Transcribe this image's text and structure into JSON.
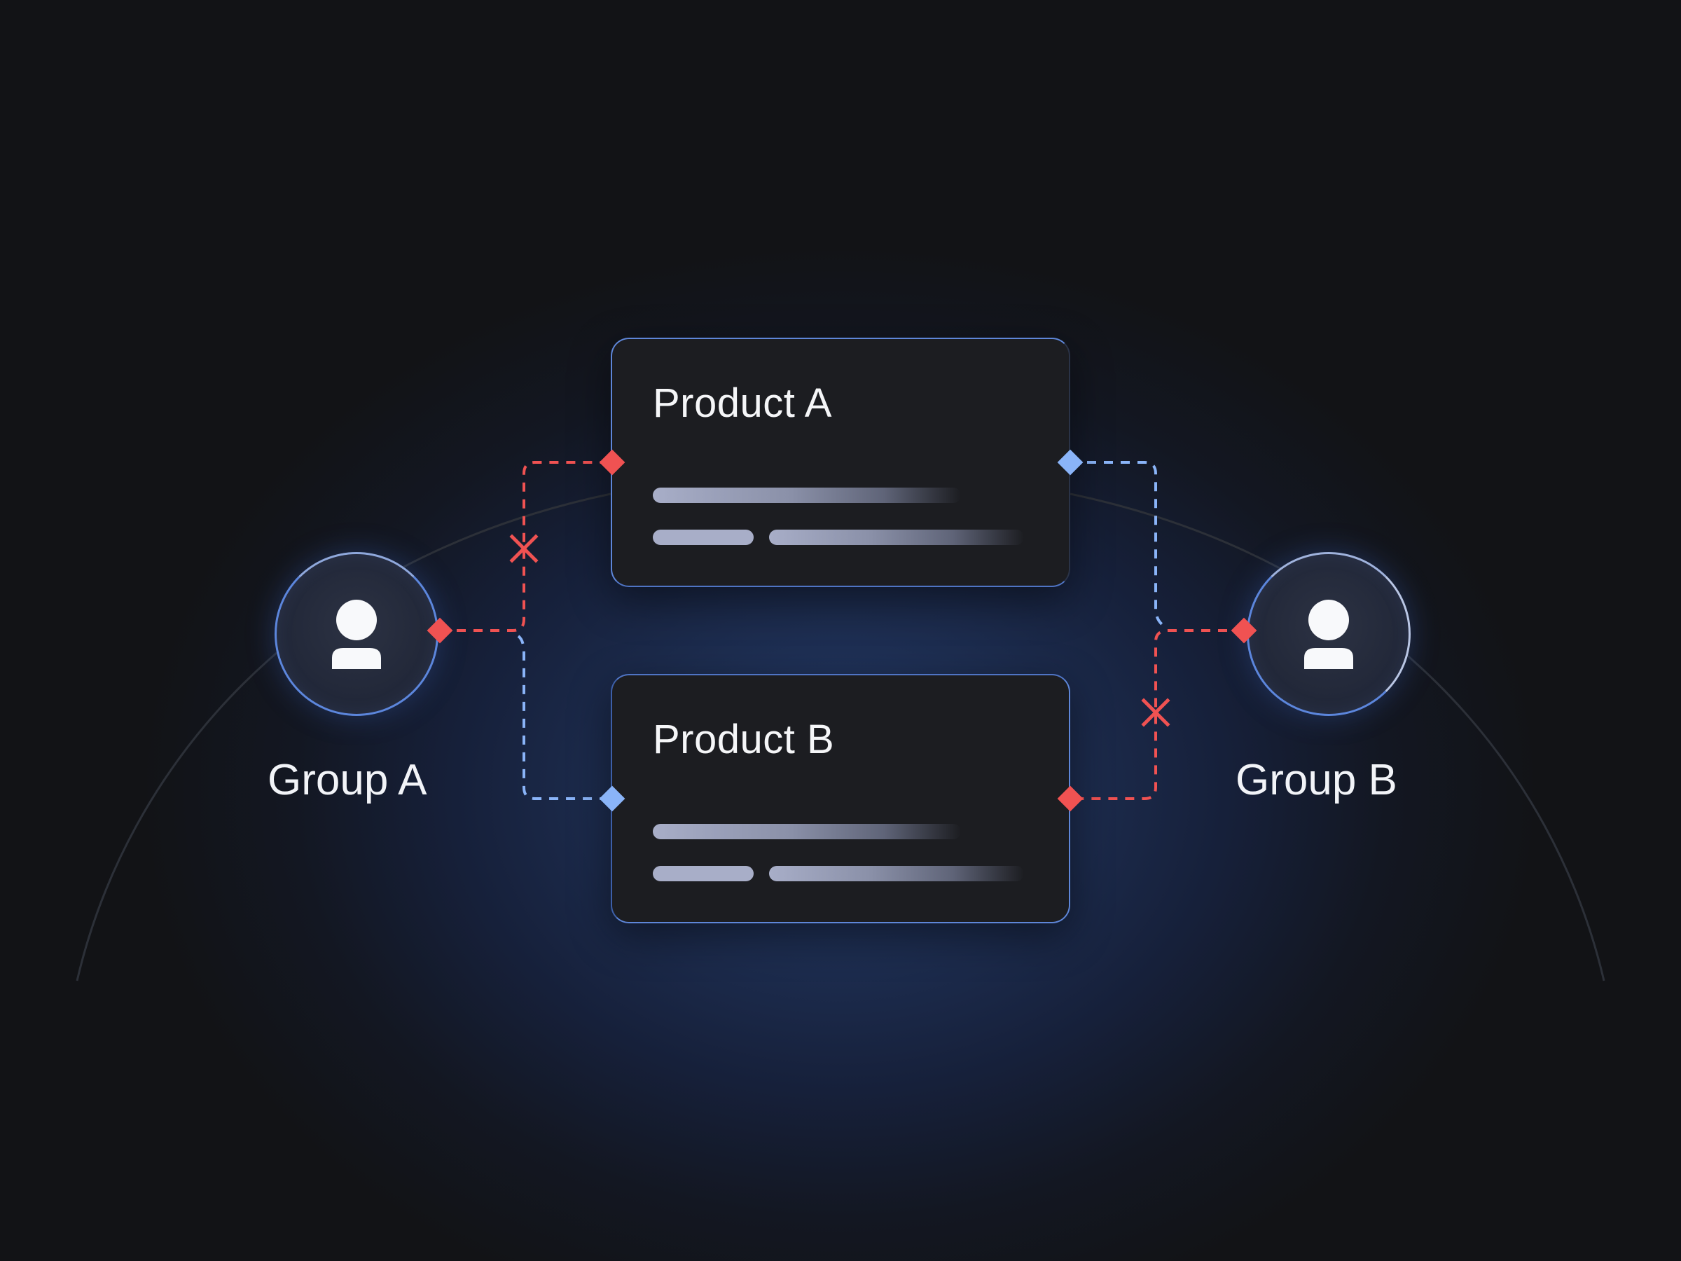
{
  "products": [
    {
      "title": "Product A"
    },
    {
      "title": "Product B"
    }
  ],
  "groups": [
    {
      "label": "Group A",
      "icon": "user-icon"
    },
    {
      "label": "Group B",
      "icon": "user-icon"
    }
  ],
  "colors": {
    "background": "#121316",
    "glow": "#253d6e",
    "card": "#1c1d21",
    "card_border": "#5e86d8",
    "denied_connector": "#f05252",
    "allowed_connector": "#8ab4f8",
    "text": "#f5f6f8"
  },
  "connections": [
    {
      "from": "Group A",
      "to": "Product A",
      "status": "blocked"
    },
    {
      "from": "Group A",
      "to": "Product B",
      "status": "allowed"
    },
    {
      "from": "Group B",
      "to": "Product A",
      "status": "allowed"
    },
    {
      "from": "Group B",
      "to": "Product B",
      "status": "blocked"
    }
  ]
}
